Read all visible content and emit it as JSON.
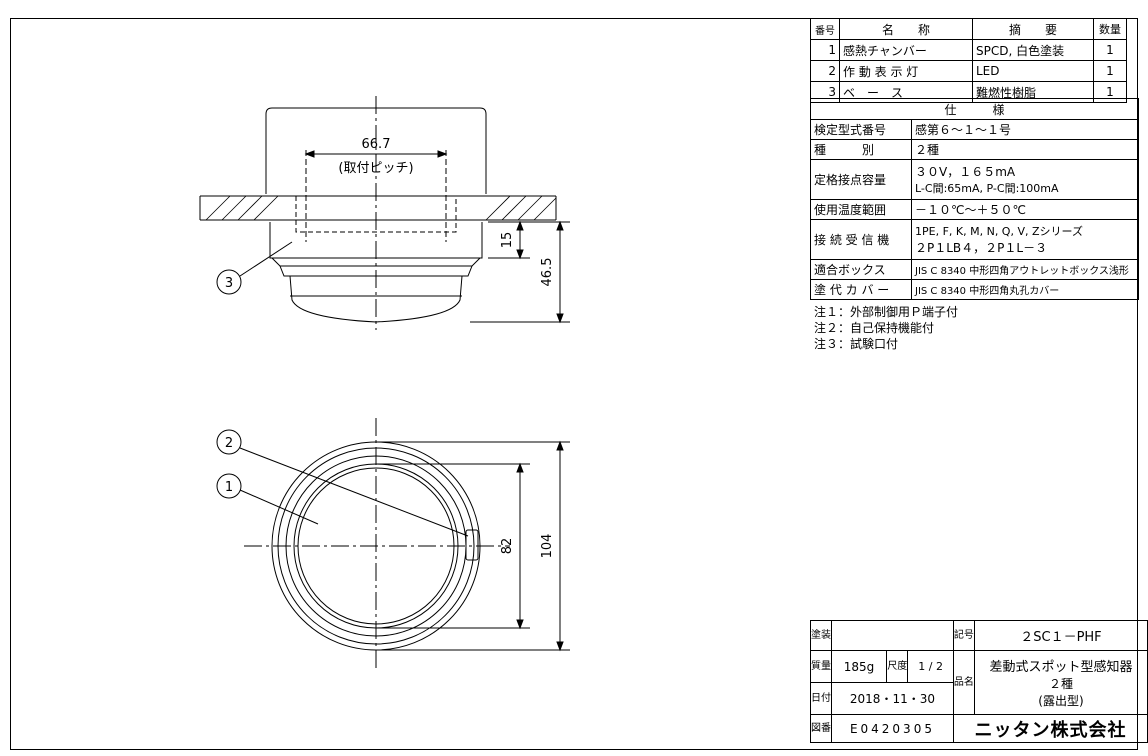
{
  "parts_table": {
    "headers": [
      "番号",
      "名　　称",
      "摘　　要",
      "数量"
    ],
    "rows": [
      {
        "no": "1",
        "name": "感熱チャンバー",
        "desc": "SPCD, 白色塗装",
        "qty": "1"
      },
      {
        "no": "2",
        "name": "作 動 表 示 灯",
        "desc": "LED",
        "qty": "1"
      },
      {
        "no": "3",
        "name": "ベ　ー　ス",
        "desc": "難燃性樹脂",
        "qty": "1"
      }
    ]
  },
  "spec": {
    "header": "仕　　　様",
    "rows": [
      {
        "label": "検定型式番号",
        "value": "感第６～１～１号"
      },
      {
        "label": "種　　　別",
        "value": "２種"
      },
      {
        "label": "定格接点容量",
        "value": "３０V，１６５mA",
        "value2": "L-C間:65mA, P-C間:100mA"
      },
      {
        "label": "使用温度範囲",
        "value": "－１０℃～＋５０℃"
      },
      {
        "label": "接 続 受 信 機",
        "value": "1PE, F, K, M, N, Q, V, Zシリーズ",
        "value2": "２P１LB４，２P１L－３"
      },
      {
        "label": "適合ボックス",
        "value": "JIS C 8340 中形四角アウトレットボックス浅形"
      },
      {
        "label": "塗 代 カ バ ー",
        "value": "JIS C 8340 中形四角丸孔カバー"
      }
    ]
  },
  "notes": [
    "注１：外部制御用Ｐ端子付",
    "注２：自己保持機能付",
    "注３：試験口付"
  ],
  "title_block": {
    "paint_label": "塗装",
    "code_label": "記号",
    "code": "２SC１－PHF",
    "mass_label": "質量",
    "mass": "185g",
    "scale_label": "尺度",
    "scale_num": "1",
    "scale_den": "2",
    "name_label": "品名",
    "product_name": "差動式スポット型感知器",
    "product_sub1": "２種",
    "product_sub2": "(露出型)",
    "date_label": "日付",
    "date": "2018・11・30",
    "drawing_label": "図番",
    "drawing_no": "E0420305",
    "company": "ニッタン株式会社"
  },
  "dimensions": {
    "pitch": "66.7",
    "pitch_note": "(取付ピッチ)",
    "base_height": "15",
    "total_height": "46.5",
    "inner_dia": "82",
    "outer_dia": "104"
  },
  "balloons": [
    "1",
    "2",
    "3"
  ]
}
